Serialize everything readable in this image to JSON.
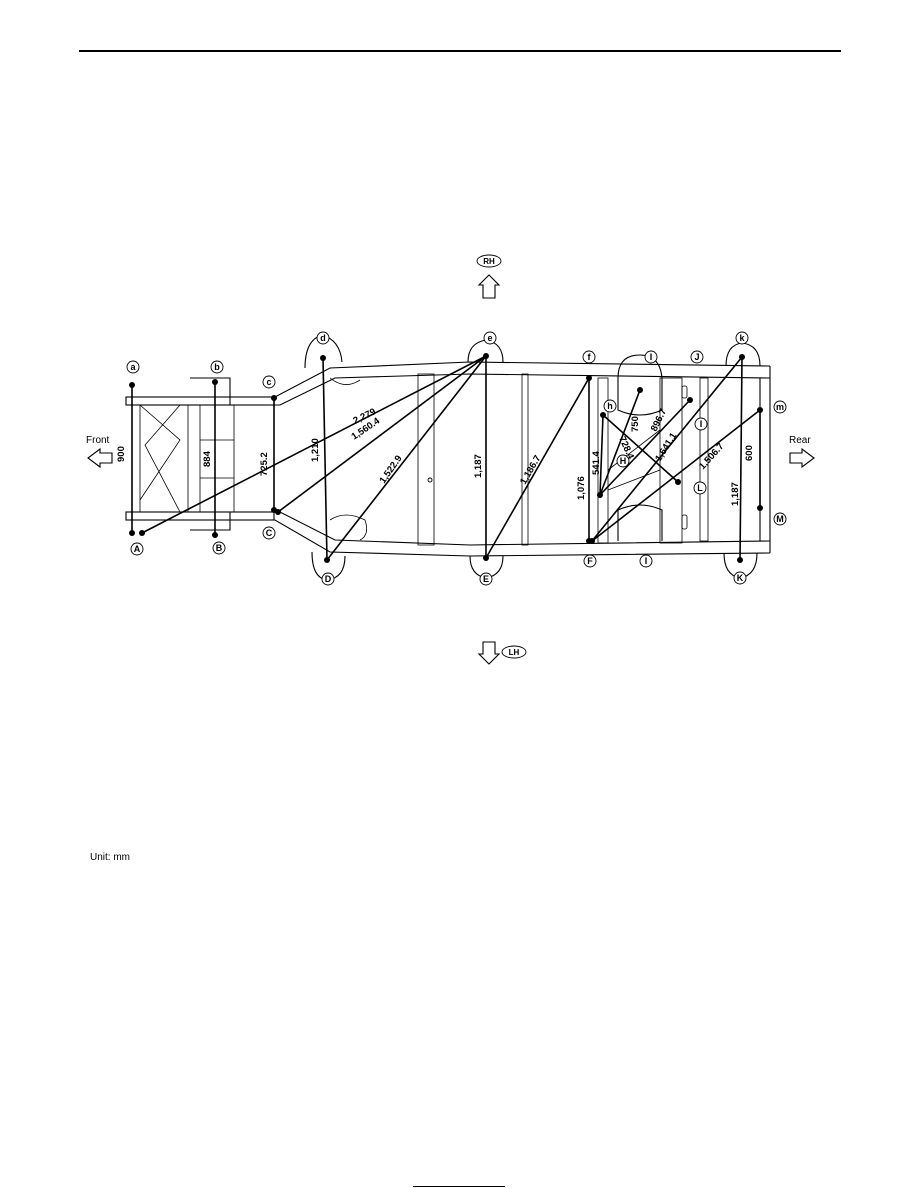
{
  "unit_note": "Unit: mm",
  "directions": {
    "front": "Front",
    "rear": "Rear",
    "rh": "RH",
    "lh": "LH"
  },
  "points_upper": [
    "a",
    "b",
    "c",
    "d",
    "e",
    "f",
    "h",
    "I",
    "J",
    "I",
    "k",
    "m"
  ],
  "points_lower": [
    "A",
    "B",
    "C",
    "D",
    "E",
    "F",
    "H",
    "L",
    "I",
    "K",
    "M"
  ],
  "dimensions": {
    "aA": "900",
    "bB": "884",
    "cC": "725.2",
    "dD": "1,210",
    "eE": "1,187",
    "fF": "1,076",
    "kK": "1,187",
    "mM": "600",
    "eA": "2,279",
    "eC": "1,560.4",
    "eD": "1,522.9",
    "fE": "1,186.7",
    "HF": "541.4",
    "hF": "750",
    "HL": "728.4",
    "IH": "896.7",
    "kF": "1,641.1",
    "mF": "1,506.7"
  }
}
